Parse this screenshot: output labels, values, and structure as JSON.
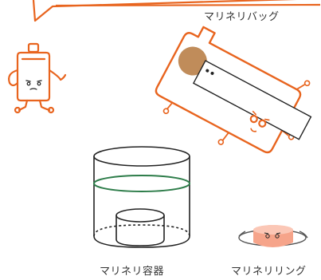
{
  "labels": {
    "bag": "マリネリバッグ",
    "container": "マリネリ容器",
    "ring": "マリネリリング"
  },
  "colors": {
    "accent": "#e8641e",
    "water_line": "#2e7d4a",
    "ring_fill": "#f6a48a",
    "bag_dot": "#c08c5a",
    "ink": "#222222"
  },
  "icons": [
    "speech-bubble-tail",
    "character-mascot",
    "marinelli-bag",
    "marinelli-container",
    "marinelli-ring"
  ]
}
